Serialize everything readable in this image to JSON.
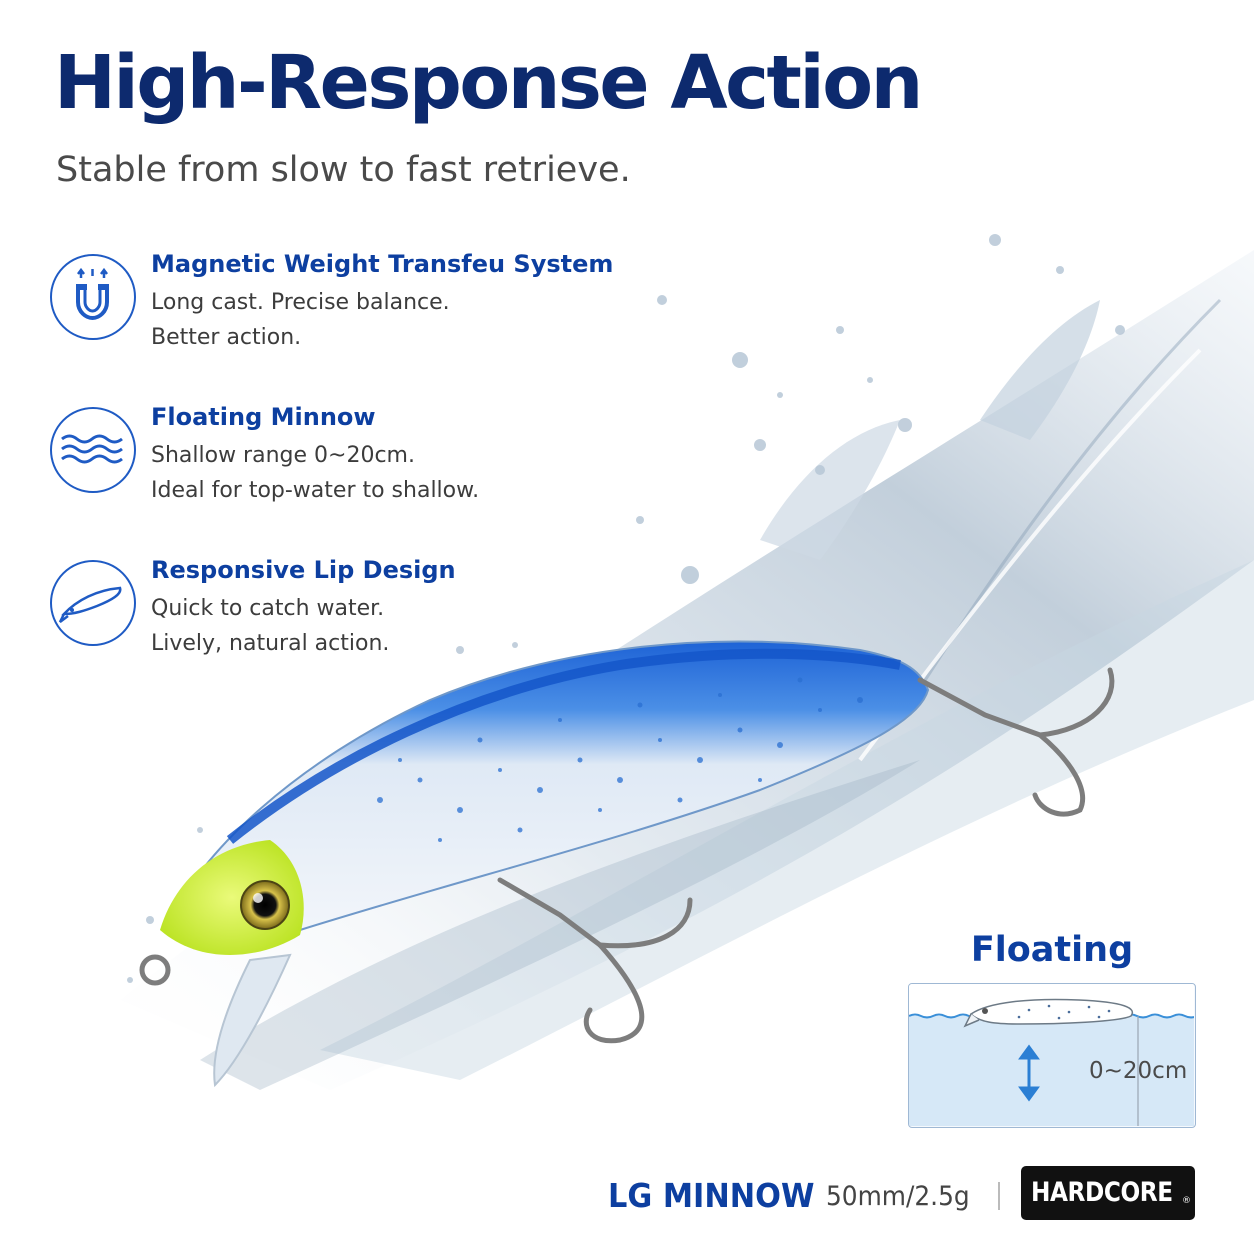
{
  "headline": "High-Response Action",
  "subheadline": "Stable from slow to fast retrieve.",
  "features": [
    {
      "icon": "magnet-icon",
      "title": "Magnetic Weight Transfeu System",
      "lines": [
        "Long cast. Precise balance.",
        "Better action."
      ]
    },
    {
      "icon": "waves-icon",
      "title": "Floating Minnow",
      "lines": [
        "Shallow range 0~20cm.",
        "Ideal for top-water to shallow."
      ]
    },
    {
      "icon": "lure-lip-icon",
      "title": "Responsive Lip Design",
      "lines": [
        "Quick to catch water.",
        "Lively, natural action."
      ]
    }
  ],
  "floating_panel": {
    "title": "Floating",
    "depth_label": "0~20cm"
  },
  "product": {
    "name": "LG MINNOW",
    "spec": "50mm/2.5g",
    "brand": "HARDCORE",
    "brand_mark": "®"
  },
  "colors": {
    "headline": "#0d2a6e",
    "accent_blue": "#0d3fa0",
    "icon_blue": "#1f5bc4",
    "body_text": "#3c3c3c",
    "lure_back": "#1e63d6",
    "lure_head": "#c8ef2a",
    "logo_bg": "#111111"
  }
}
